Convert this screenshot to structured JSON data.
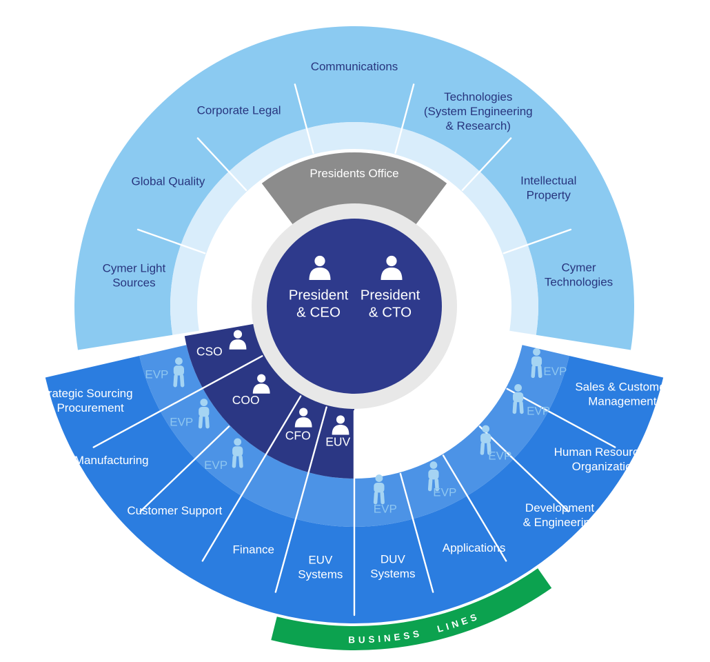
{
  "center": {
    "roles": [
      {
        "id": "president-ceo",
        "lines": [
          "President",
          "& CEO"
        ]
      },
      {
        "id": "president-cto",
        "lines": [
          "President",
          "& CTO"
        ]
      }
    ]
  },
  "presidents_office": {
    "label": "Presidents Office"
  },
  "upper_ring": {
    "sectors": [
      {
        "id": "cymer-light-sources",
        "lines": [
          "Cymer Light",
          "Sources"
        ]
      },
      {
        "id": "global-quality",
        "lines": [
          "Global Quality"
        ]
      },
      {
        "id": "corporate-legal",
        "lines": [
          "Corporate Legal"
        ]
      },
      {
        "id": "communications",
        "lines": [
          "Communications"
        ]
      },
      {
        "id": "technologies",
        "lines": [
          "Technologies",
          "(System Engineering",
          "& Research)"
        ]
      },
      {
        "id": "intellectual-property",
        "lines": [
          "Intellectual",
          "Property"
        ]
      },
      {
        "id": "cymer-technologies",
        "lines": [
          "Cymer",
          "Technologies"
        ]
      }
    ]
  },
  "executives": [
    {
      "id": "cso",
      "label": "CSO"
    },
    {
      "id": "coo",
      "label": "COO"
    },
    {
      "id": "cfo",
      "label": "CFO"
    },
    {
      "id": "euv",
      "label": "EUV"
    }
  ],
  "evp_label": "EVP",
  "lower_ring": {
    "sectors": [
      {
        "id": "strategic-sourcing-procurement",
        "lines": [
          "Strategic Sourcing",
          "& Procurement"
        ],
        "evp": true
      },
      {
        "id": "manufacturing",
        "lines": [
          "Manufacturing"
        ],
        "evp": true
      },
      {
        "id": "customer-support",
        "lines": [
          "Customer Support"
        ],
        "evp": true
      },
      {
        "id": "finance",
        "lines": [
          "Finance"
        ],
        "evp": false
      },
      {
        "id": "euv-systems",
        "lines": [
          "EUV",
          "Systems"
        ],
        "evp": false
      },
      {
        "id": "duv-systems",
        "lines": [
          "DUV",
          "Systems"
        ],
        "evp": true
      },
      {
        "id": "applications",
        "lines": [
          "Applications"
        ],
        "evp": true
      },
      {
        "id": "development-engineering",
        "lines": [
          "Development",
          "& Engineering"
        ],
        "evp": true
      },
      {
        "id": "human-resource-organization",
        "lines": [
          "Human Resource &",
          "Organization"
        ],
        "evp": true
      },
      {
        "id": "sales-customer-management",
        "lines": [
          "Sales & Customer",
          "Management"
        ],
        "evp": true
      }
    ]
  },
  "business_lines": {
    "label": "BUSINESS LINES"
  },
  "icons": {
    "executive_icon": "person-bust-icon",
    "evp_icon": "person-standing-icon"
  },
  "colors": {
    "center_navy": "#2E3A8C",
    "dark_wedge": "#2B3784",
    "center_ring_gray": "#E8E8E8",
    "presidents_office_gray": "#8C8C8C",
    "upper_outer_band": "#8BCAF1",
    "upper_inner_band": "#D9EDFB",
    "upper_text": "#28357E",
    "lower_outer_ring": "#2B7DE0",
    "evp_band": "#4C93E6",
    "evp_text": "#8EC6F0",
    "evp_icon_fill": "#A5D4F3",
    "divider_white": "#FFFFFF",
    "business_lines_green": "#0CA24F",
    "text_white": "#FFFFFF"
  }
}
